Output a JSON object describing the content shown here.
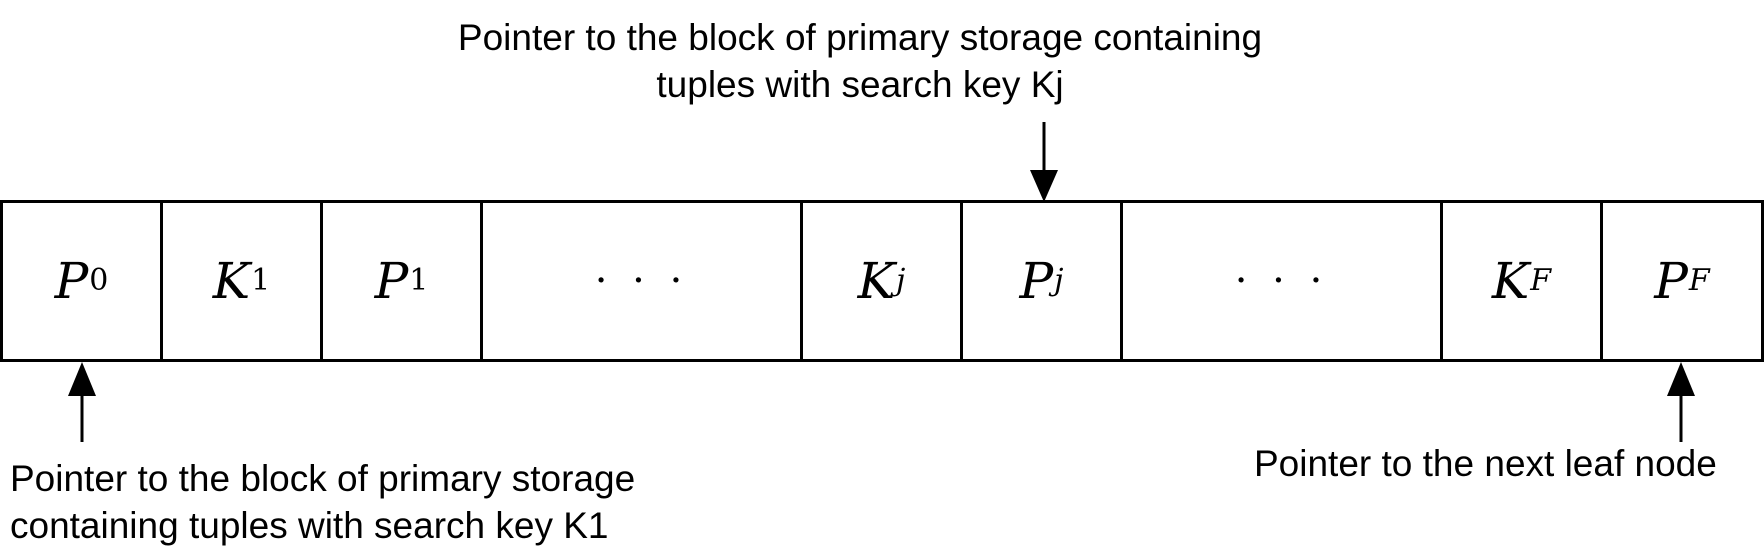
{
  "labels": {
    "top": {
      "line1": "Pointer to the block of primary storage containing",
      "line2": "tuples with search key Kj"
    },
    "bottom_left": {
      "line1": "Pointer to the block of primary storage",
      "line2": "containing tuples with search key K1"
    },
    "bottom_right": "Pointer to the next leaf node"
  },
  "cells": [
    {
      "symbol": "P",
      "subscript": "0"
    },
    {
      "symbol": "K",
      "subscript": "1"
    },
    {
      "symbol": "P",
      "subscript": "1"
    },
    {
      "symbol": "· · ·",
      "subscript": ""
    },
    {
      "symbol": "K",
      "subscript": "j"
    },
    {
      "symbol": "P",
      "subscript": "j"
    },
    {
      "symbol": "· · ·",
      "subscript": ""
    },
    {
      "symbol": "K",
      "subscript": "F"
    },
    {
      "symbol": "P",
      "subscript": "F"
    }
  ]
}
